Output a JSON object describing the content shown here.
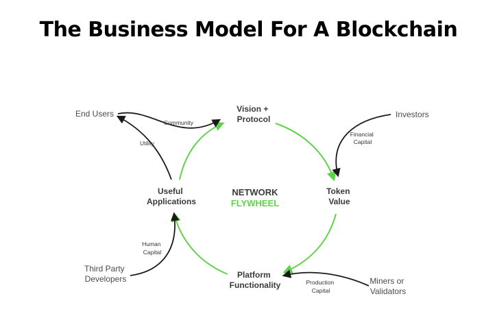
{
  "title": "The Business Model For A Blockchain",
  "colors": {
    "accent": "#5fd34a",
    "arrow": "#1a1a1a",
    "text": "#3a3a3a"
  },
  "center": {
    "line1": "NETWORK",
    "line2": "FLYWHEEL"
  },
  "nodes": {
    "vision": [
      "Vision +",
      "Protocol"
    ],
    "token": [
      "Token",
      "Value"
    ],
    "platform": [
      "Platform",
      "Functionality"
    ],
    "apps": [
      "Useful",
      "Applications"
    ]
  },
  "actors": {
    "end_users": "End Users",
    "investors": "Investors",
    "developers": [
      "Third Party",
      "Developers"
    ],
    "miners": [
      "Miners or",
      "Validators"
    ]
  },
  "flows": {
    "community": "Community",
    "utility": "Utility",
    "financial": [
      "Financial",
      "Capital"
    ],
    "human": [
      "Human",
      "Capital"
    ],
    "production": [
      "Production",
      "Capital"
    ]
  }
}
